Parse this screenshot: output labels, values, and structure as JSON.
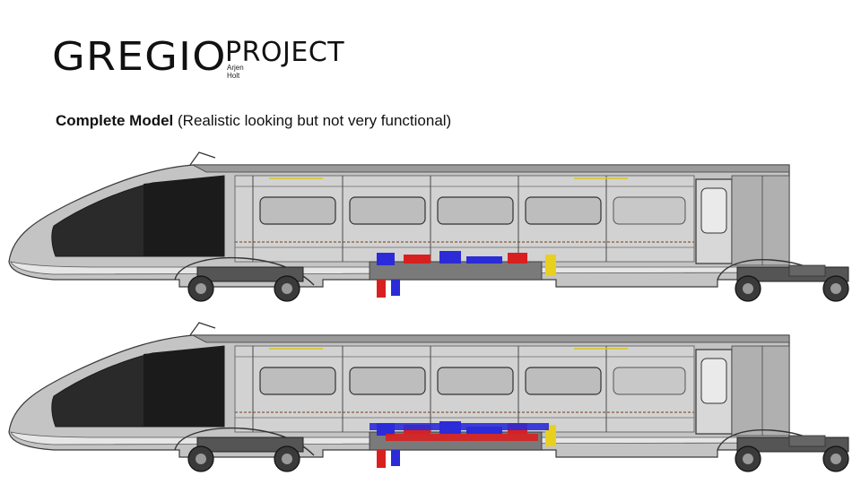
{
  "logo": {
    "main": "GREGIO",
    "sub": "PROJECT",
    "author": "Arjen Holt"
  },
  "caption": {
    "bold": "Complete Model",
    "rest": " (Realistic looking but not very functional)"
  },
  "colors": {
    "body_gray": "#b8b8b8",
    "body_light": "#d4d4d4",
    "outline": "#3a3a3a",
    "nose_dark": "#1f1f1f",
    "pipe_blue": "#2b2bd8",
    "pipe_red": "#d82020",
    "accent_yellow": "#e8d020"
  }
}
